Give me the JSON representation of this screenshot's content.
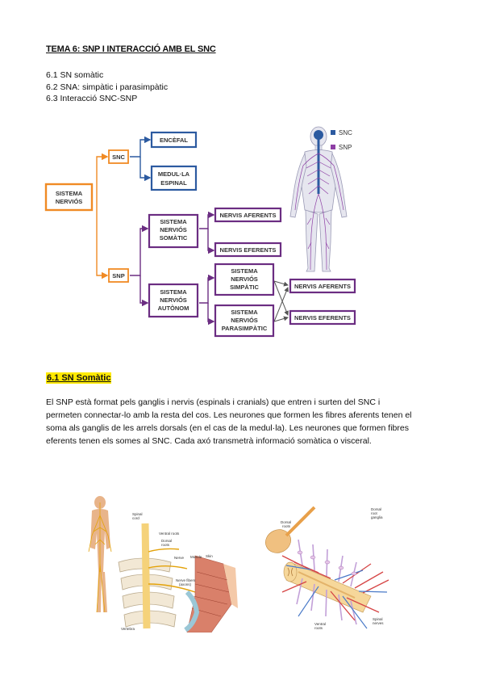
{
  "title": "TEMA 6: SNP I INTERACCIÓ AMB EL SNC",
  "toc": [
    "6.1 SN somàtic",
    "6.2 SNA: simpàtic i parasimpàtic",
    "6.3 Interacció SNC-SNP"
  ],
  "diagram": {
    "sistema_nervios": [
      "SISTEMA",
      "NERVIÓS"
    ],
    "snc": "SNC",
    "snp": "SNP",
    "encefal": "ENCÈFAL",
    "medulla": [
      "MEDUL·LA",
      "ESPINAL"
    ],
    "somatic": [
      "SISTEMA",
      "NERVIÓS",
      "SOMÀTIC"
    ],
    "autonom": [
      "SISTEMA",
      "NERVIÓS",
      "AUTÒNOM"
    ],
    "aferents": "NERVIS AFERENTS",
    "eferents": "NERVIS EFERENTS",
    "simpatic": [
      "SISTEMA",
      "NERVIÓS",
      "SIMPÀTIC"
    ],
    "parasimpatic": [
      "SISTEMA",
      "NERVIÓS",
      "PARASIMPÀTIC"
    ],
    "aferents2": "NERVIS AFERENTS",
    "eferents2": "NERVIS EFERENTS",
    "legend_snc": "SNC",
    "legend_snp": "SNP"
  },
  "section_heading": "6.1 SN Somàtic",
  "body_lines": [
    "El SNP està format pels ganglis i nervis (espinals i cranials) que entren i surten del SNC i",
    "permeten connectar-lo amb la resta del cos. Les neurones que formen les fibres aferents tenen el",
    "soma als ganglis de les arrels dorsals (en el cas de la medul·la). Les neurones que formen fibres",
    "eferents tenen els somes al SNC. Cada axó transmetrà informació somàtica o visceral."
  ],
  "figure1_labels": {
    "spinal_cord": [
      "Spinal",
      "cord"
    ],
    "ventral_roots": "Ventral roots",
    "dorsal_roots": [
      "Dorsal",
      "roots"
    ],
    "nerve": "Nerve",
    "muscle": "Muscle",
    "skin": "Skin",
    "nerve_fibers": [
      "Nerve fibers",
      "(axons)"
    ],
    "vertebra": "Vertebra"
  },
  "figure2_labels": {
    "dorsal_roots": [
      "Dorsal",
      "roots"
    ],
    "dorsal_root_ganglia": [
      "Dorsal",
      "root",
      "ganglia"
    ],
    "ventral_roots": [
      "Ventral",
      "roots"
    ],
    "spinal_nerves": [
      "Spinal",
      "nerves"
    ]
  },
  "colors": {
    "orange": "#f08a24",
    "blue": "#2c5aa0",
    "purple": "#6b2d82",
    "highlight": "#ffea00"
  }
}
